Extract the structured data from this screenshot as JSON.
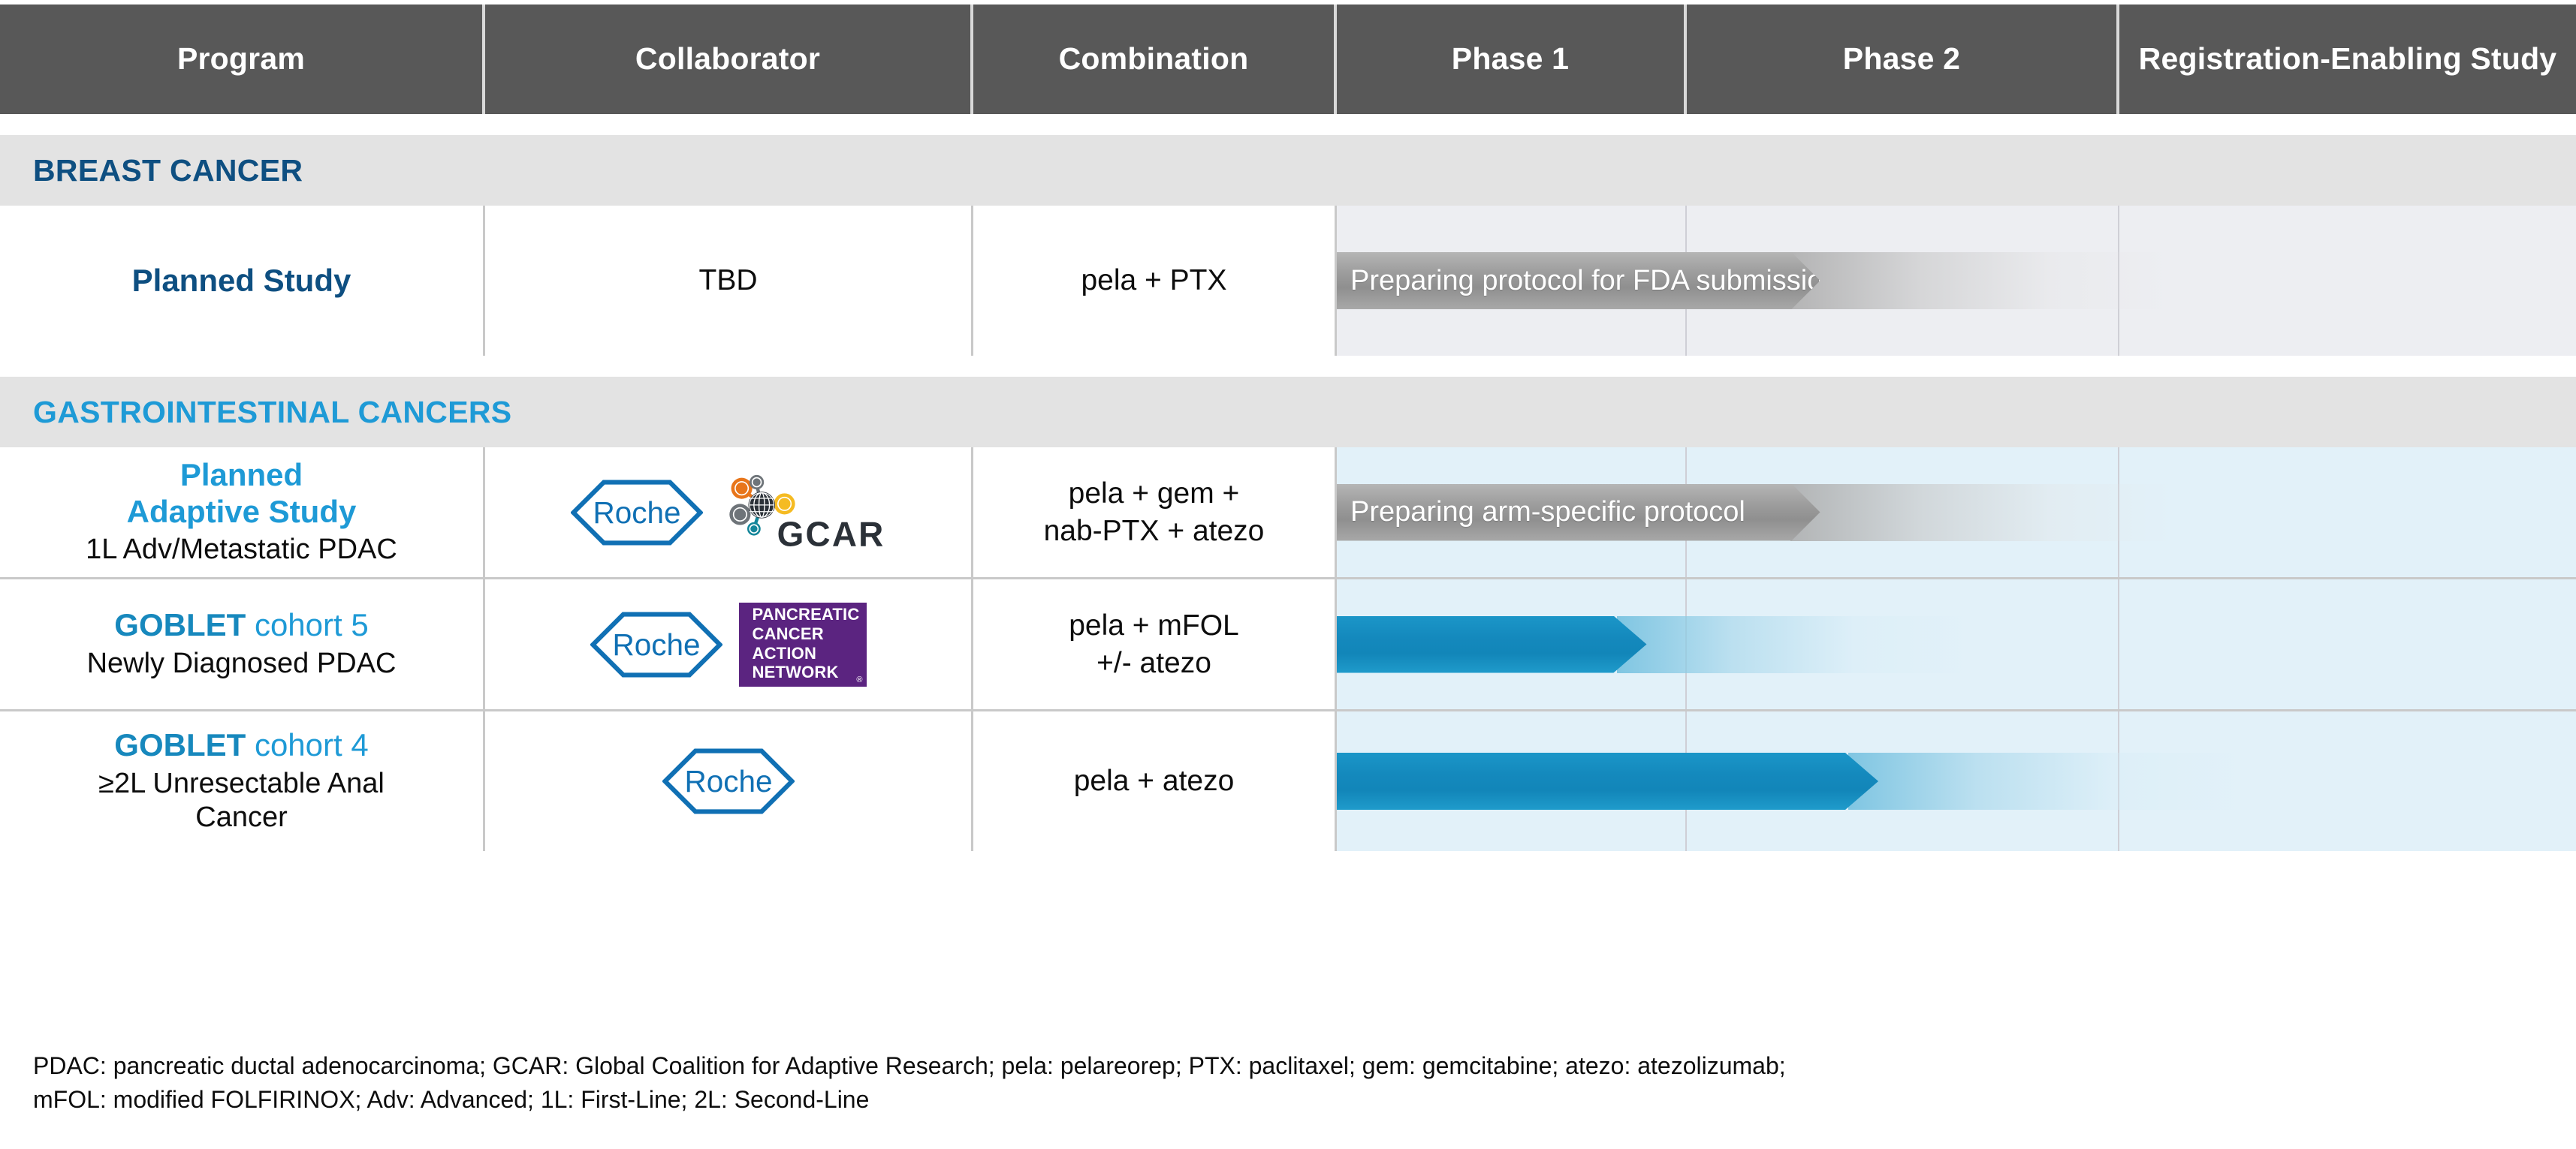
{
  "columns": [
    {
      "key": "program",
      "label": "Program"
    },
    {
      "key": "collaborator",
      "label": "Collaborator"
    },
    {
      "key": "combination",
      "label": "Combination"
    },
    {
      "key": "phase1",
      "label": "Phase 1"
    },
    {
      "key": "phase2",
      "label": "Phase 2"
    },
    {
      "key": "registration",
      "label": "Registration-Enabling Study"
    }
  ],
  "colors": {
    "header_bg": "#585858",
    "band_bg": "#e3e3e3",
    "breast_navy": "#0e4f81",
    "gi_cyan": "#1e9ad6",
    "roche_blue": "#1070b4",
    "pancan_purple": "#5b2480",
    "bar_blue": "#1489bd",
    "bar_gray": "#9e9e9e",
    "lane_gray": "#edeef2",
    "lane_blue": "#e2f1f9",
    "grid_line": "#c9c9c9"
  },
  "sections": [
    {
      "id": "breast",
      "title": "BREAST CANCER",
      "title_color": "#0e4f81",
      "lane_tone": "gray",
      "rows": [
        {
          "program_title": "Planned Study",
          "program_title_style": "navy",
          "program_sub": "",
          "collaborator_text": "TBD",
          "collaborator_logos": [],
          "combination": [
            "pela + PTX"
          ],
          "bar": {
            "style": "gray",
            "label": "Preparing protocol for FDA submission",
            "solid_start_pct": 0.0,
            "solid_end_pct": 39.0,
            "fade_end_pct": 67.5
          }
        }
      ]
    },
    {
      "id": "gastrointestinal",
      "title": "GASTROINTESTINAL CANCERS",
      "title_color": "#1e9ad6",
      "lane_tone": "blue",
      "rows": [
        {
          "program_title": "Planned\nAdaptive Study",
          "program_title_style": "cyan",
          "program_sub": "1L Adv/Metastatic PDAC",
          "collaborator_text": "",
          "collaborator_logos": [
            "roche-logo",
            "gcar-logo"
          ],
          "combination": [
            "pela + gem +",
            "nab-PTX + atezo"
          ],
          "bar": {
            "style": "gray",
            "label": "Preparing arm-specific protocol",
            "solid_start_pct": 0.0,
            "solid_end_pct": 39.0,
            "fade_end_pct": 67.5
          }
        },
        {
          "program_title": "GOBLET cohort 5",
          "program_title_style": "goblet",
          "program_title_strong": "GOBLET",
          "program_title_rest": " cohort 5",
          "program_sub": "Newly Diagnosed PDAC",
          "collaborator_text": "",
          "collaborator_logos": [
            "roche-logo",
            "pancan-logo"
          ],
          "combination": [
            "pela + mFOL",
            "+/- atezo"
          ],
          "bar": {
            "style": "blue",
            "label": "",
            "solid_start_pct": 0.0,
            "solid_end_pct": 25.0,
            "fade_end_pct": 51.5
          }
        },
        {
          "program_title": "GOBLET cohort 4",
          "program_title_style": "goblet",
          "program_title_strong": "GOBLET",
          "program_title_rest": " cohort 4",
          "program_sub": "≥2L Unresectable Anal\nCancer",
          "collaborator_text": "",
          "collaborator_logos": [
            "roche-logo"
          ],
          "combination": [
            "pela + atezo"
          ],
          "bar": {
            "style": "blue",
            "label": "",
            "solid_start_pct": 0.0,
            "solid_end_pct": 43.7,
            "fade_end_pct": 73.5
          }
        }
      ]
    }
  ],
  "logos": {
    "roche": {
      "name": "Roche",
      "wordmark": "Roche"
    },
    "gcar": {
      "name": "GCAR",
      "wordmark": "GCAR"
    },
    "pancan": {
      "name": "Pancreatic Cancer Action Network",
      "lines": [
        "PANCREATIC",
        "CANCER",
        "ACTION",
        "NETWORK"
      ],
      "registered": "®"
    }
  },
  "footnote": {
    "line1": "PDAC: pancreatic ductal adenocarcinoma; GCAR: Global Coalition for Adaptive Research; pela: pelareorep; PTX: paclitaxel; gem: gemcitabine; atezo: atezolizumab;",
    "line2": "mFOL: modified FOLFIRINOX; Adv: Advanced; 1L: First-Line; 2L: Second-Line"
  }
}
